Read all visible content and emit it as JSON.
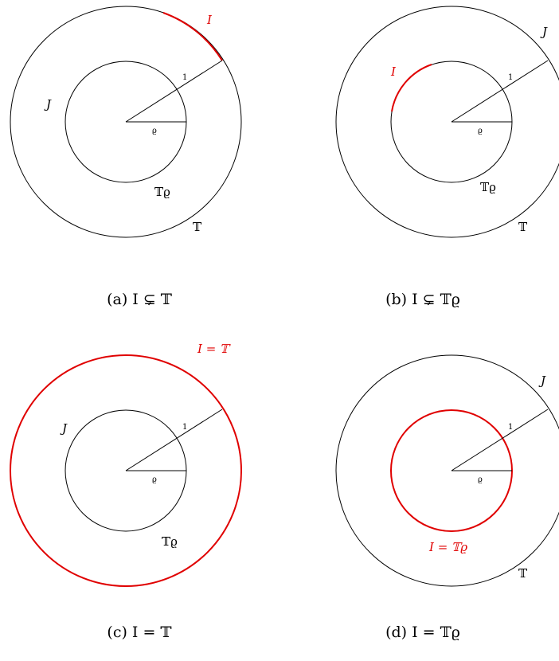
{
  "panels": [
    {
      "caption": "(a) I ⊊ 𝕋",
      "inner_label": "𝕋ϱ",
      "outer_label": "𝕋",
      "J_label": "J",
      "I_label": "I",
      "radius_label": "1",
      "rho_label": "ϱ",
      "highlight": "outer-arc",
      "colors": {
        "highlight": "#e00000",
        "line": "#000000"
      }
    },
    {
      "caption": "(b) I ⊊ 𝕋ϱ",
      "inner_label": "𝕋ϱ",
      "outer_label": "𝕋",
      "J_label": "J",
      "I_label": "I",
      "radius_label": "1",
      "rho_label": "ϱ",
      "highlight": "inner-arc",
      "colors": {
        "highlight": "#e00000",
        "line": "#000000"
      }
    },
    {
      "caption": "(c) I = 𝕋",
      "inner_label": "𝕋ϱ",
      "J_label": "J",
      "I_label": "I = 𝕋",
      "radius_label": "1",
      "rho_label": "ϱ",
      "highlight": "outer-full",
      "colors": {
        "highlight": "#e00000",
        "line": "#000000"
      }
    },
    {
      "caption": "(d) I = 𝕋ϱ",
      "outer_label": "𝕋",
      "J_label": "J",
      "I_label": "I = 𝕋ϱ",
      "radius_label": "1",
      "rho_label": "ϱ",
      "highlight": "inner-full",
      "colors": {
        "highlight": "#e00000",
        "line": "#000000"
      }
    }
  ]
}
